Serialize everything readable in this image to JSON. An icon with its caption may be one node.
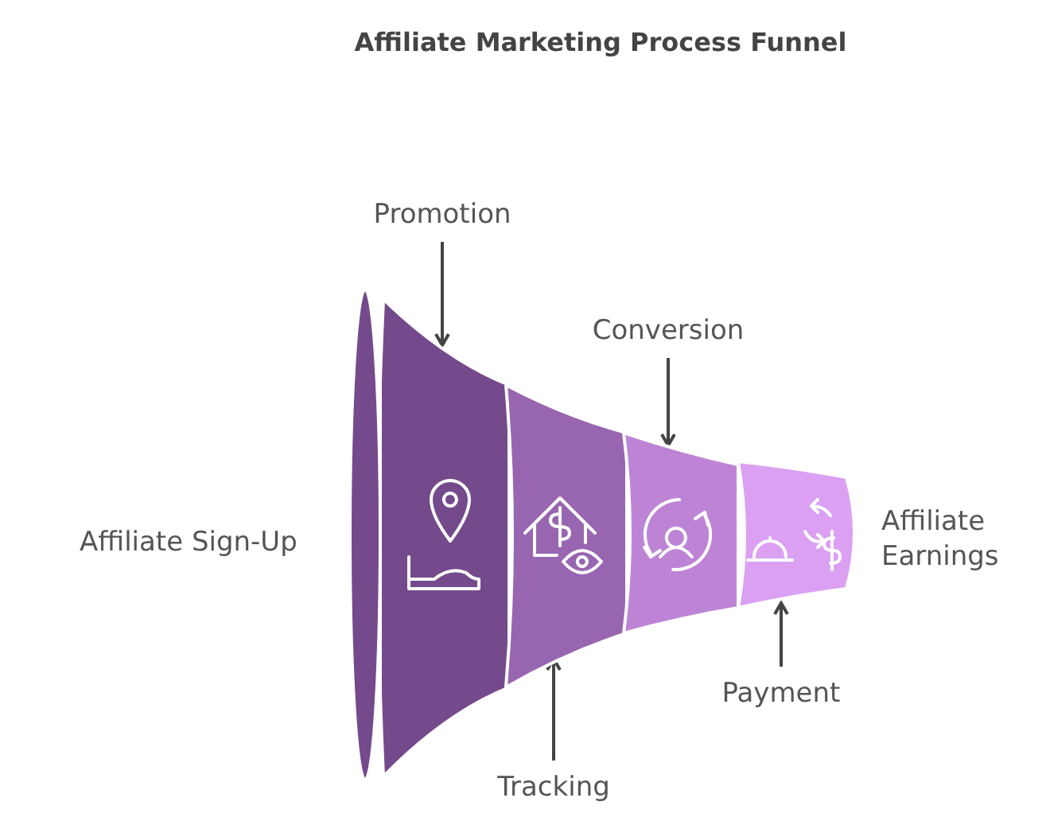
{
  "diagram": {
    "title": "Affiliate Marketing Process Funnel",
    "nodes": [
      {
        "text": [
          "Promotion"
        ]
      },
      {
        "text": [
          "Tracking"
        ]
      },
      {
        "text": [
          "Conversion"
        ]
      },
      {
        "text": [
          "Payment"
        ]
      },
      {
        "text": [],
        "shape": "ellipse"
      },
      {
        "text": [],
        "shape": "band"
      },
      {
        "text": [],
        "shape": "band"
      },
      {
        "text": [],
        "shape": "band"
      },
      {
        "text": [],
        "shape": "band"
      }
    ],
    "edges": [
      {
        "from": 0,
        "to": 5,
        "arrow": "to"
      },
      {
        "from": 1,
        "to": 6,
        "arrow": "to"
      },
      {
        "from": 2,
        "to": 7,
        "arrow": "to"
      },
      {
        "from": 3,
        "to": 8,
        "arrow": "to"
      }
    ],
    "labels": [
      "Affiliate Sign-Up",
      "Affiliate Earnings"
    ]
  }
}
